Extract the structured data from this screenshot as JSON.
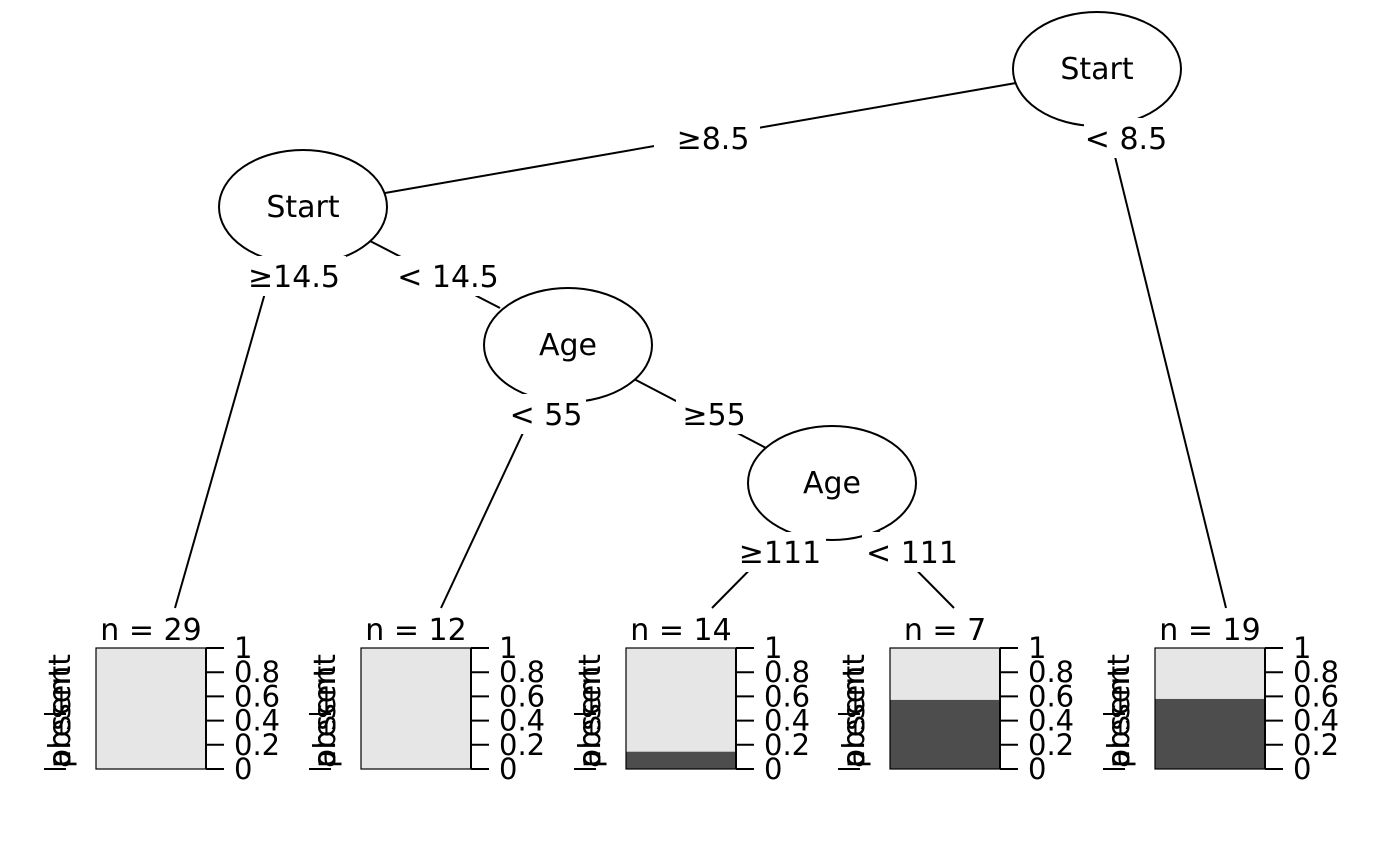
{
  "tree": {
    "colors": {
      "absent": "#e6e6e6",
      "present": "#4d4d4d"
    },
    "nodes": [
      {
        "id": "n1",
        "label": "Start"
      },
      {
        "id": "n2",
        "label": "Start"
      },
      {
        "id": "n3",
        "label": "Age"
      },
      {
        "id": "n4",
        "label": "Age"
      }
    ],
    "edges": [
      {
        "id": "e1",
        "label": "≥8.5"
      },
      {
        "id": "e2",
        "label": "< 8.5"
      },
      {
        "id": "e3",
        "label": "≥14.5"
      },
      {
        "id": "e4",
        "label": "< 14.5"
      },
      {
        "id": "e5",
        "label": "< 55"
      },
      {
        "id": "e6",
        "label": "≥55"
      },
      {
        "id": "e7",
        "label": "≥111"
      },
      {
        "id": "e8",
        "label": "< 111"
      }
    ],
    "leaves": [
      {
        "id": "leaf1",
        "n_label": "n = 29",
        "present_fraction": 0.0
      },
      {
        "id": "leaf2",
        "n_label": "n = 12",
        "present_fraction": 0.0
      },
      {
        "id": "leaf3",
        "n_label": "n = 14",
        "present_fraction": 0.143
      },
      {
        "id": "leaf4",
        "n_label": "n = 7",
        "present_fraction": 0.571
      },
      {
        "id": "leaf5",
        "n_label": "n = 19",
        "present_fraction": 0.579
      }
    ],
    "leaf_axis": {
      "ticks": [
        "1",
        "0.8",
        "0.6",
        "0.4",
        "0.2",
        "0"
      ],
      "class_labels": [
        "present",
        "absent"
      ]
    }
  }
}
